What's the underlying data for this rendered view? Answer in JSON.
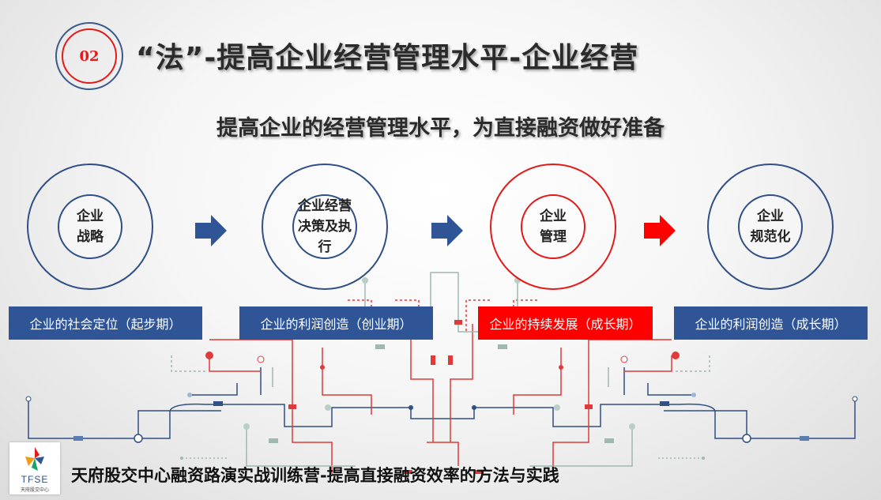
{
  "badge": {
    "number": "02"
  },
  "title": "“法”-提高企业经营管理水平-企业经营",
  "subtitle": "提高企业的经营管理水平，为直接融资做好准备",
  "steps": [
    {
      "line1": "企业",
      "line2": "战略",
      "label": "企业的社会定位（起步期）",
      "highlight": false
    },
    {
      "line1": "企业经营",
      "line2": "决策及执行",
      "label": "企业的利润创造（创业期）",
      "highlight": false
    },
    {
      "line1": "企业",
      "line2": "管理",
      "label": "企业的持续发展（成长期）",
      "highlight": true
    },
    {
      "line1": "企业",
      "line2": "规范化",
      "label": "企业的利润创造（成长期）",
      "highlight": false
    }
  ],
  "arrows": [
    {
      "icon": "arrow-right-icon",
      "color": "#2f5597"
    },
    {
      "icon": "arrow-right-icon",
      "color": "#2f5597"
    },
    {
      "icon": "arrow-right-icon",
      "color": "#ff0000"
    }
  ],
  "footer": {
    "logo_text": "TFSE",
    "logo_subtext": "天府股交中心",
    "text": "天府股交中心融资路演实战训练营-提高直接融资效率的方法与实践"
  },
  "colors": {
    "accent_blue": "#2f5597",
    "accent_red": "#ff0000",
    "circle_blue": "#2f4f86"
  }
}
